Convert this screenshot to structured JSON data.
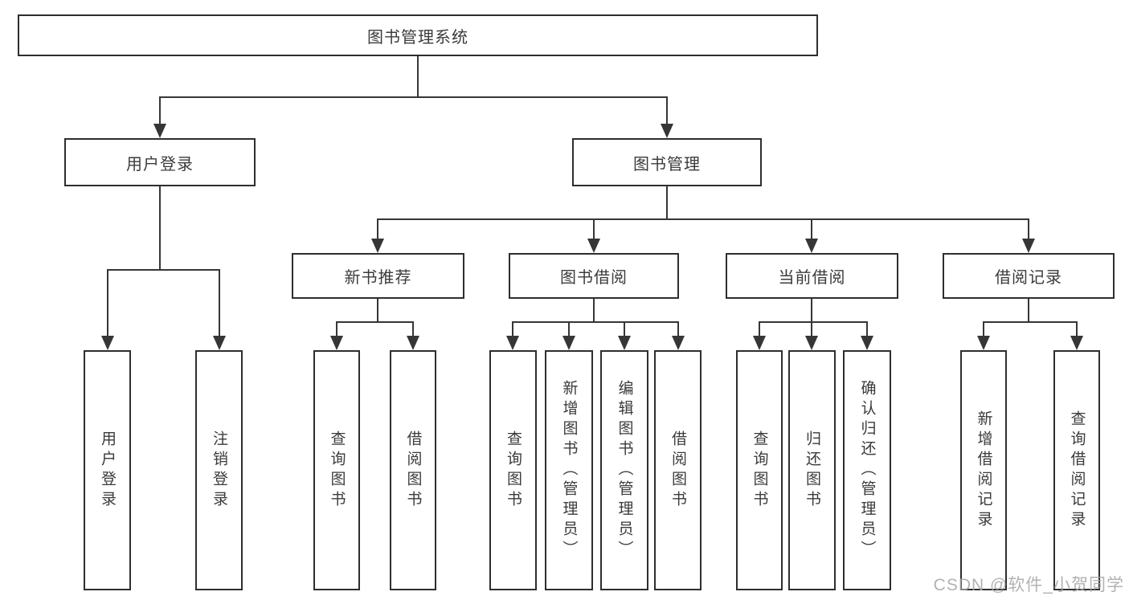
{
  "diagram": {
    "root": {
      "label": "图书管理系统"
    },
    "branches": [
      {
        "label": "用户登录",
        "leaves": [
          "用户登录",
          "注销登录"
        ]
      },
      {
        "label": "图书管理",
        "groups": [
          {
            "label": "新书推荐",
            "leaves": [
              "查询图书",
              "借阅图书"
            ]
          },
          {
            "label": "图书借阅",
            "leaves": [
              "查询图书",
              "新增图书（管理员）",
              "编辑图书（管理员）",
              "借阅图书"
            ]
          },
          {
            "label": "当前借阅",
            "leaves": [
              "查询图书",
              "归还图书",
              "确认归还（管理员）"
            ]
          },
          {
            "label": "借阅记录",
            "leaves": [
              "新增借阅记录",
              "查询借阅记录"
            ]
          }
        ]
      }
    ],
    "colors": {
      "border": "#2e2e2e",
      "line": "#363636",
      "text": "#3b3b3b",
      "background": "#ffffff",
      "watermark": "#a5a5a5"
    }
  },
  "watermark": {
    "text": "CSDN @软件_小贺同学"
  }
}
